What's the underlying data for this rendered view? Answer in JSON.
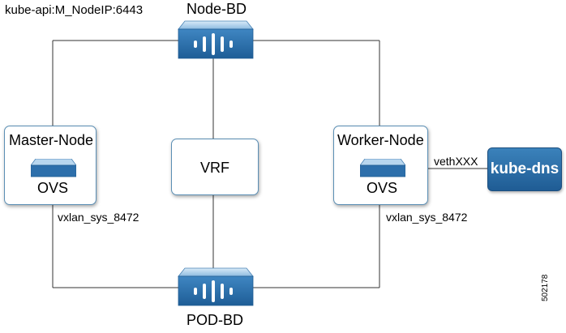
{
  "diagram": {
    "api_label": "kube-api:M_NodeIP:6443",
    "node_bd": "Node-BD",
    "pod_bd": "POD-BD",
    "vrf": "VRF",
    "master": {
      "title": "Master-Node",
      "switch": "OVS"
    },
    "worker": {
      "title": "Worker-Node",
      "switch": "OVS"
    },
    "master_vxlan": "vxlan_sys_8472",
    "worker_vxlan": "vxlan_sys_8472",
    "veth": "vethXXX",
    "kube_dns": "kube-dns",
    "figure_id": "502178"
  },
  "colors": {
    "device_blue": "#2f73ad",
    "box_border": "#5b8fb5",
    "kube_dns_fill": "#2a6fa9"
  }
}
